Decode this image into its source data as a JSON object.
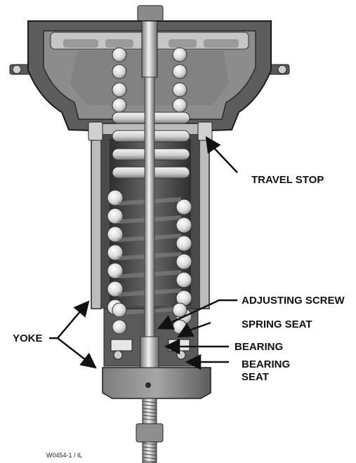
{
  "labels": {
    "travel_stop": "TRAVEL STOP",
    "adjusting_screw": "ADJUSTING SCREW",
    "spring_seat": "SPRING SEAT",
    "bearing": "BEARING",
    "bearing_seat_line1": "BEARING",
    "bearing_seat_line2": "SEAT",
    "yoke": "YOKE"
  },
  "figure_code": "W0454-1 / IL",
  "colors": {
    "housing_dark": "#3a3a3a",
    "housing_mid": "#6e6e6e",
    "housing_light": "#b5b5b5",
    "spring_light": "#e8e8e8",
    "spring_shadow": "#9a9a9a",
    "ink": "#111111"
  }
}
